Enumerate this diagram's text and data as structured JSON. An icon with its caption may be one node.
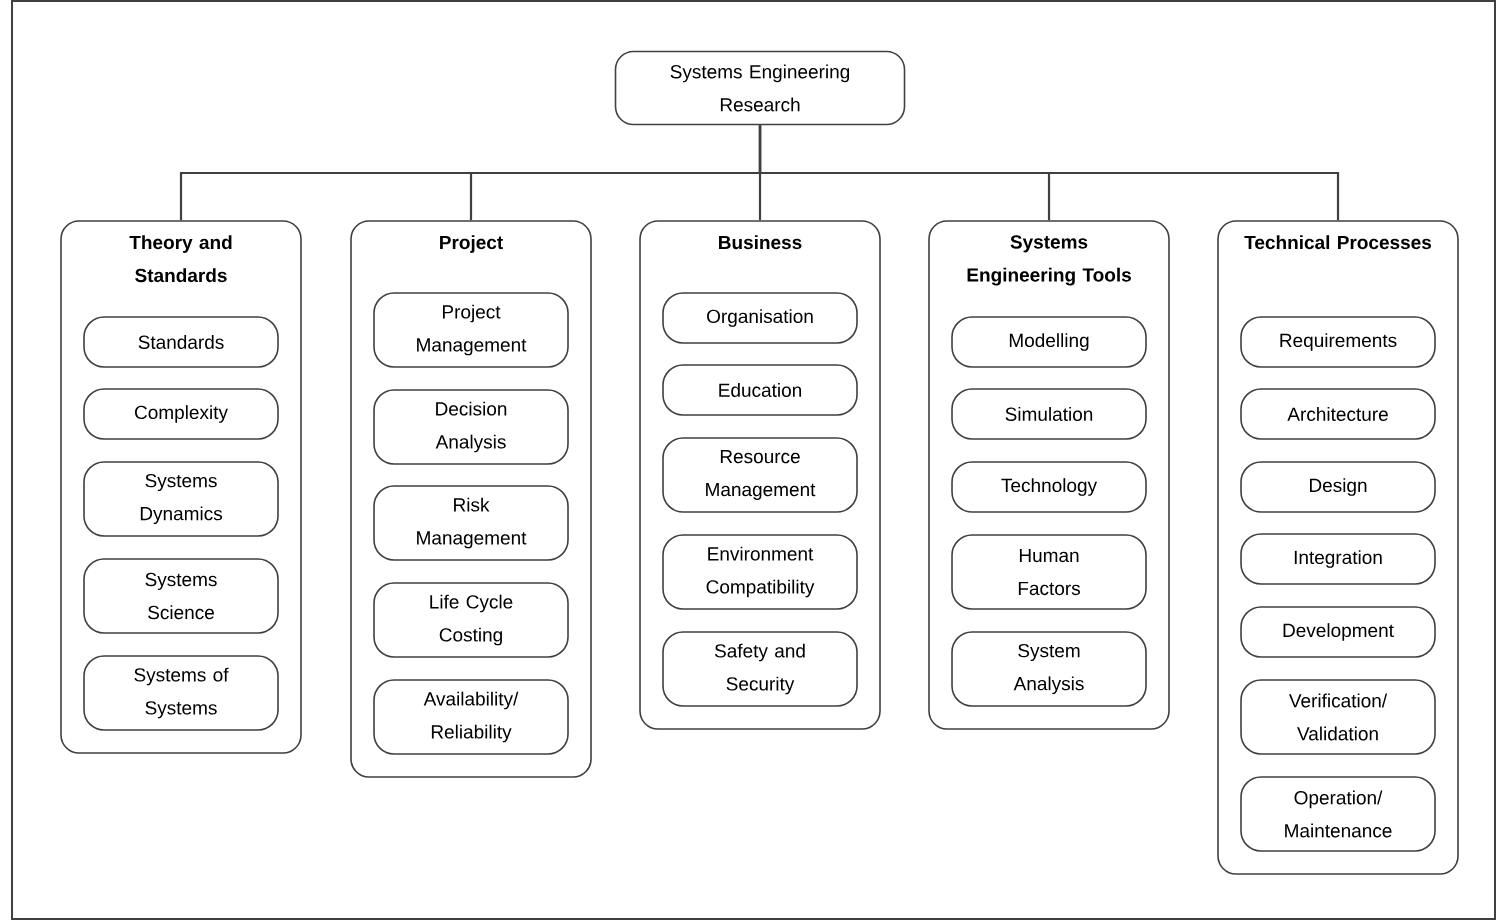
{
  "diagram": {
    "nodes": [
      {
        "text": [
          "Systems Engineering Research"
        ]
      },
      {
        "text": [
          "Theory and Standards"
        ]
      },
      {
        "text": [
          "Standards"
        ],
        "in": 1
      },
      {
        "text": [
          "Complexity"
        ],
        "in": 1
      },
      {
        "text": [
          "Systems Dynamics"
        ],
        "in": 1
      },
      {
        "text": [
          "Systems Science"
        ],
        "in": 1
      },
      {
        "text": [
          "Systems of Systems"
        ],
        "in": 1
      },
      {
        "text": [
          "Project"
        ]
      },
      {
        "text": [
          "Project Management"
        ],
        "in": 7
      },
      {
        "text": [
          "Decision Analysis"
        ],
        "in": 7
      },
      {
        "text": [
          "Risk Management"
        ],
        "in": 7
      },
      {
        "text": [
          "Life Cycle Costing"
        ],
        "in": 7
      },
      {
        "text": [
          "Availability/ Reliability"
        ],
        "in": 7
      },
      {
        "text": [
          "Business"
        ]
      },
      {
        "text": [
          "Organisation"
        ],
        "in": 13
      },
      {
        "text": [
          "Education"
        ],
        "in": 13
      },
      {
        "text": [
          "Resource Management"
        ],
        "in": 13
      },
      {
        "text": [
          "Environment Compatibility"
        ],
        "in": 13
      },
      {
        "text": [
          "Safety and Security"
        ],
        "in": 13
      },
      {
        "text": [
          "Systems Engineering Tools"
        ]
      },
      {
        "text": [
          "Modelling"
        ],
        "in": 19
      },
      {
        "text": [
          "Simulation"
        ],
        "in": 19
      },
      {
        "text": [
          "Technology"
        ],
        "in": 19
      },
      {
        "text": [
          "Human Factors"
        ],
        "in": 19
      },
      {
        "text": [
          "System Analysis"
        ],
        "in": 19
      },
      {
        "text": [
          "Technical Processes"
        ]
      },
      {
        "text": [
          "Requirements"
        ],
        "in": 25
      },
      {
        "text": [
          "Architecture"
        ],
        "in": 25
      },
      {
        "text": [
          "Design"
        ],
        "in": 25
      },
      {
        "text": [
          "Integration"
        ],
        "in": 25
      },
      {
        "text": [
          "Development"
        ],
        "in": 25
      },
      {
        "text": [
          "Verification/ Validation"
        ],
        "in": 25
      },
      {
        "text": [
          "Operation/ Maintenance"
        ],
        "in": 25
      }
    ],
    "edges": [
      {
        "from": 0,
        "to": 1,
        "arrow": "none"
      },
      {
        "from": 0,
        "to": 7,
        "arrow": "none"
      },
      {
        "from": 0,
        "to": 13,
        "arrow": "none"
      },
      {
        "from": 0,
        "to": 19,
        "arrow": "none"
      },
      {
        "from": 0,
        "to": 25,
        "arrow": "none"
      }
    ]
  }
}
